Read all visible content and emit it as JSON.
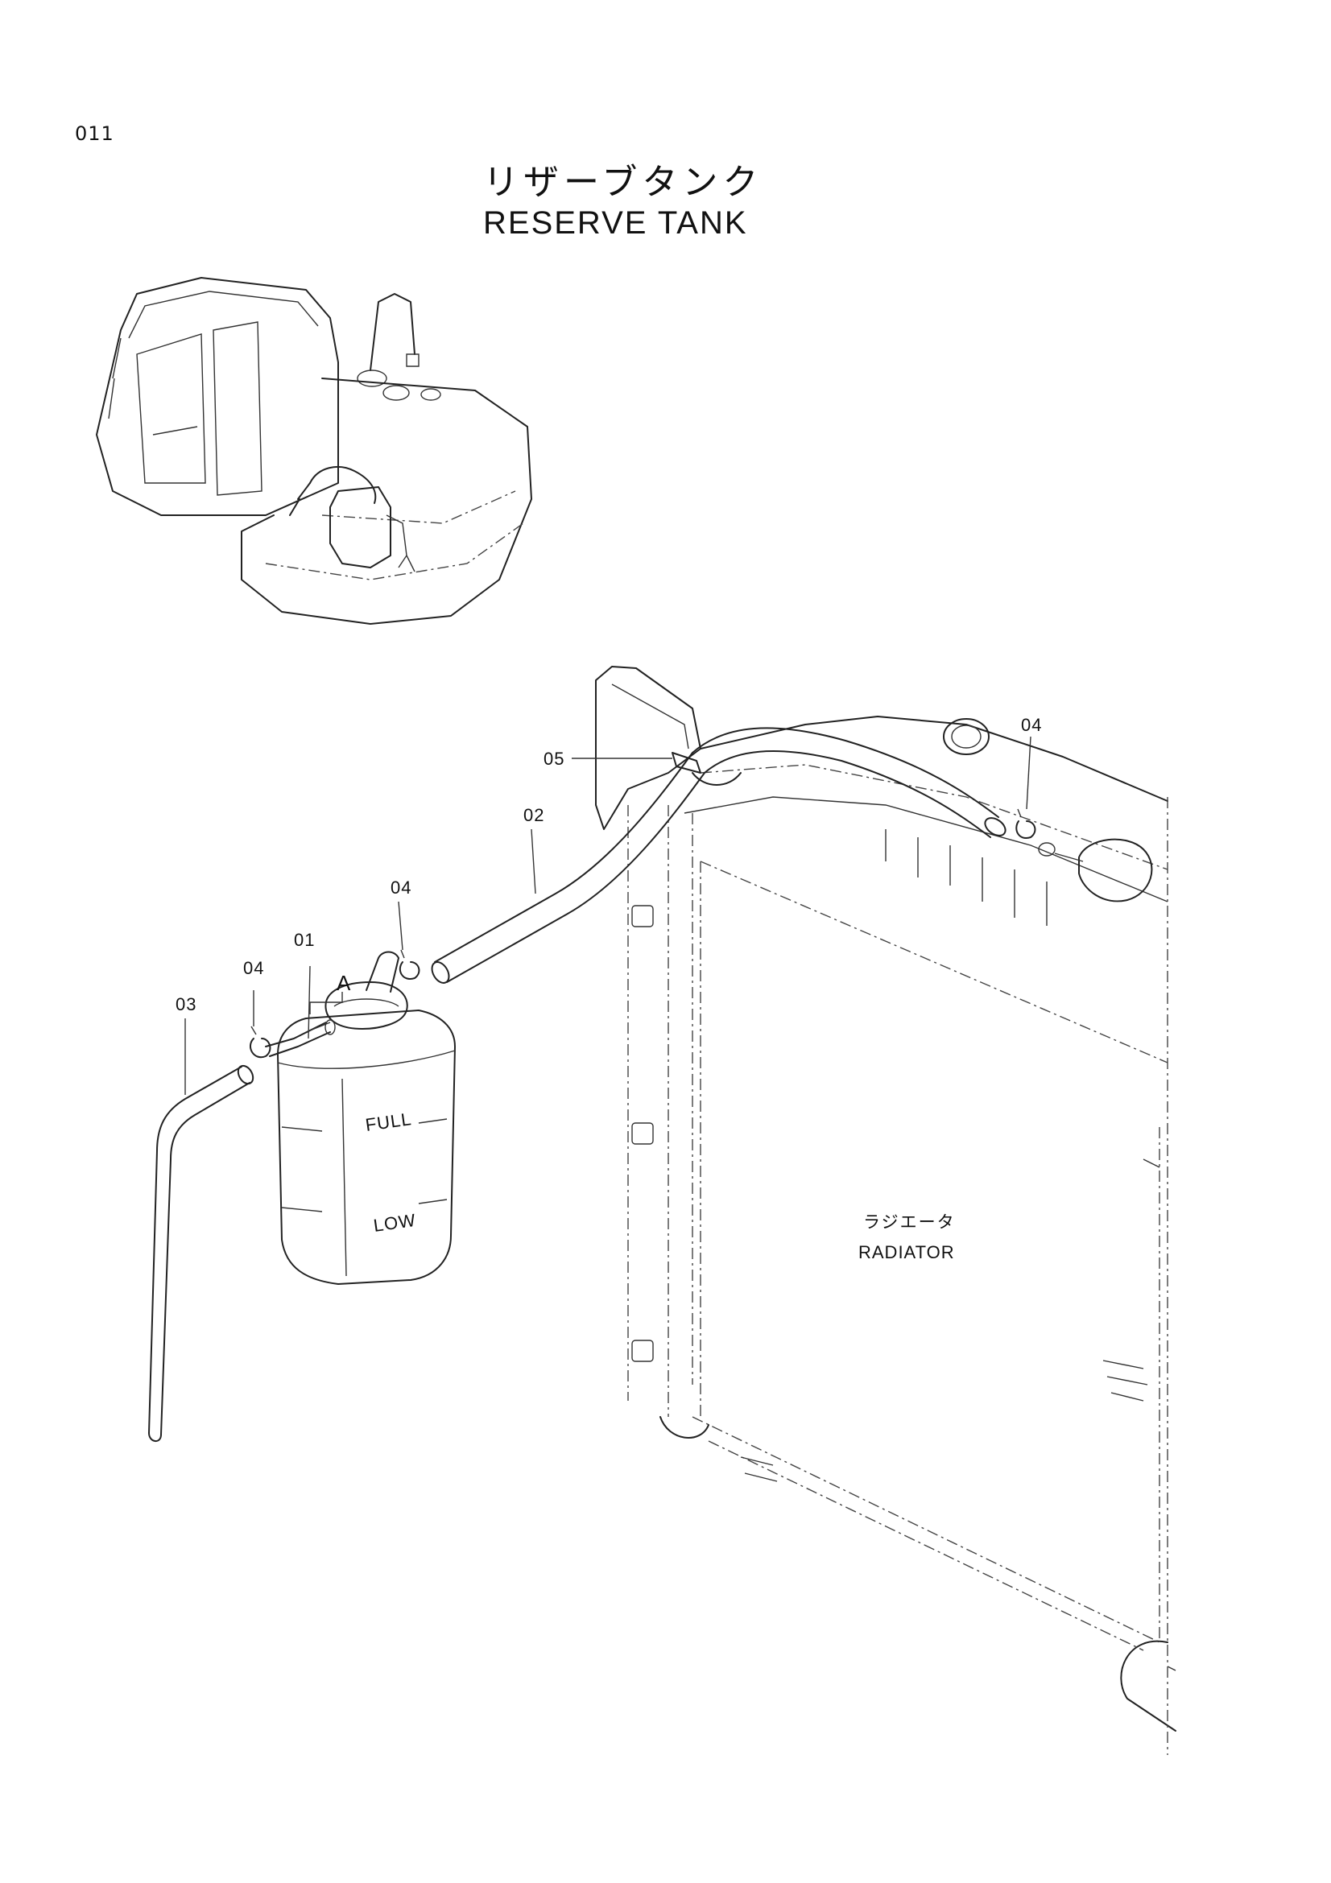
{
  "page_number": "011",
  "title": {
    "japanese": "リザーブタンク",
    "english": "RESERVE TANK"
  },
  "callouts": {
    "part_01": "01",
    "part_02": "02",
    "part_03": "03",
    "part_04_left": "04",
    "part_04_middle": "04",
    "part_04_right": "04",
    "part_05": "05",
    "view_a": "A"
  },
  "radiator_label": {
    "japanese": "ラジエータ",
    "english": "RADIATOR"
  },
  "tank_markings": {
    "upper": "FULL",
    "lower": "LOW"
  }
}
